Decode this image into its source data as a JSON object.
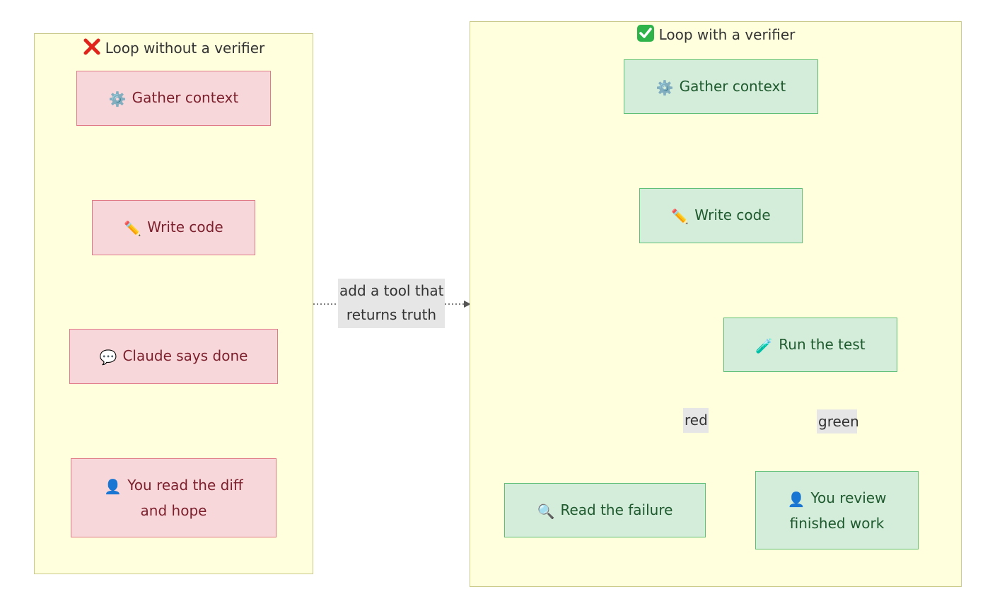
{
  "clusters": {
    "left": {
      "title": "Loop without a verifier",
      "title_icon": "red-cross-icon",
      "nodes": {
        "gather": {
          "emoji": "⚙️",
          "icon": "gear-icon",
          "label": "Gather context"
        },
        "write": {
          "emoji": "✏️",
          "icon": "pencil-icon",
          "label": "Write code"
        },
        "claude": {
          "emoji": "💬",
          "icon": "speech-bubble-icon",
          "label": "Claude says done"
        },
        "read_diff": {
          "emoji": "👤",
          "icon": "person-icon",
          "label_line1": "You read the diff",
          "label_line2": "and hope"
        }
      }
    },
    "right": {
      "title": "Loop with a verifier",
      "title_icon": "green-check-icon",
      "nodes": {
        "gather": {
          "emoji": "⚙️",
          "icon": "gear-icon",
          "label": "Gather context"
        },
        "write": {
          "emoji": "✏️",
          "icon": "pencil-icon",
          "label": "Write code"
        },
        "run_test": {
          "emoji": "🧪",
          "icon": "test-tube-icon",
          "label": "Run the test"
        },
        "read_failure": {
          "emoji": "🔍",
          "icon": "magnifier-icon",
          "label": "Read the failure"
        },
        "review": {
          "emoji": "👤",
          "icon": "person-icon",
          "label_line1": "You review",
          "label_line2": "finished work"
        }
      }
    }
  },
  "edges": {
    "bridge_line1": "add a tool that",
    "bridge_line2": "returns truth",
    "red": "red",
    "green": "green"
  },
  "colors": {
    "cluster_fill": "#ffffde",
    "cluster_border": "#c9c98a",
    "red_fill": "#f8d7da",
    "red_border": "#e07a86",
    "red_text": "#7b1f2c",
    "green_fill": "#d4edda",
    "green_border": "#5fbf74",
    "green_text": "#1e5a2e",
    "edge": "#555555"
  }
}
